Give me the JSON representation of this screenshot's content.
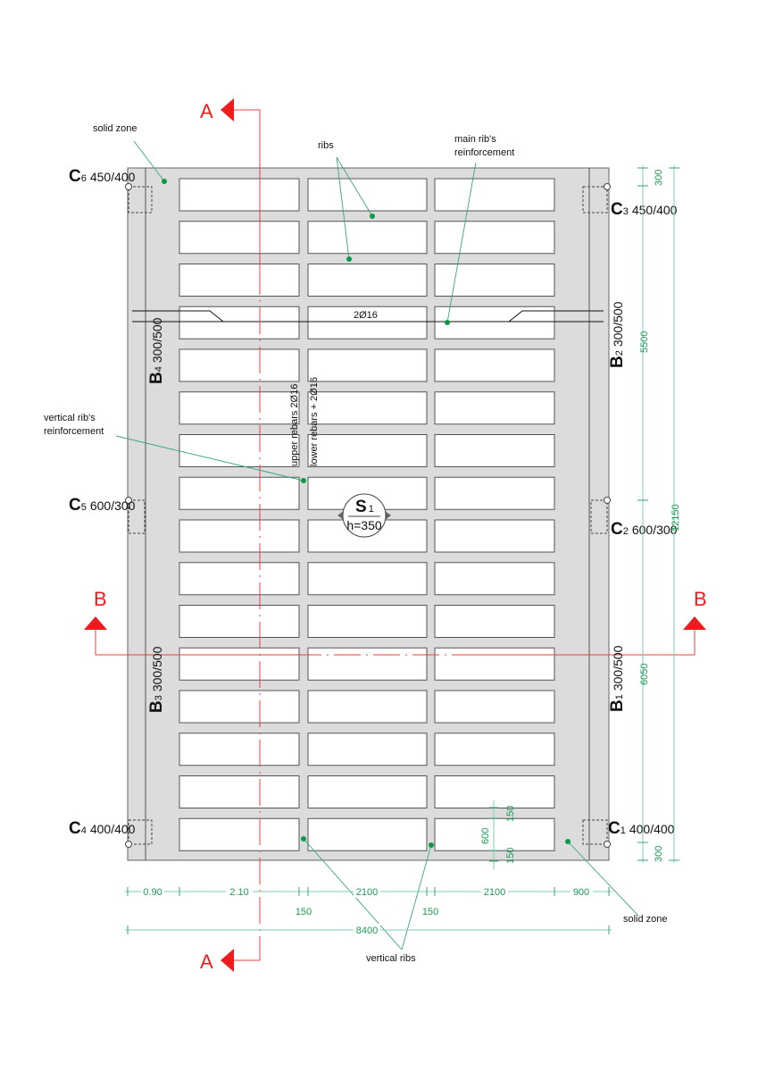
{
  "labels": {
    "solid_zone_top": "solid zone",
    "ribs": "ribs",
    "main_rib_1": "main  rib's",
    "main_rib_2": "reinforcement",
    "vertical_rib_1": "vertical rib's",
    "vertical_rib_2": "reinforcement",
    "upper_rebars": "upper rebars  2Ø16",
    "lower_rebars": "lower rebars + 2Ø16",
    "rebar_main": "2Ø16",
    "vertical_ribs": "vertical ribs",
    "solid_zone_bottom": "solid zone"
  },
  "slab": {
    "letter": "S",
    "sub": "1",
    "height": "h=350"
  },
  "sections": {
    "a": "A",
    "b": "B"
  },
  "columns": [
    {
      "letter": "C",
      "sub": "6",
      "size": "450/400"
    },
    {
      "letter": "C",
      "sub": "3",
      "size": "450/400"
    },
    {
      "letter": "C",
      "sub": "5",
      "size": "600/300"
    },
    {
      "letter": "C",
      "sub": "2",
      "size": "600/300"
    },
    {
      "letter": "C",
      "sub": "4",
      "size": "400/400"
    },
    {
      "letter": "C",
      "sub": "1",
      "size": "400/400"
    }
  ],
  "beams": [
    {
      "letter": "B",
      "sub": "4",
      "size": "300/500"
    },
    {
      "letter": "B",
      "sub": "3",
      "size": "300/500"
    },
    {
      "letter": "B",
      "sub": "2",
      "size": "300/500"
    },
    {
      "letter": "B",
      "sub": "1",
      "size": "300/500"
    }
  ],
  "dims": {
    "right": {
      "top": "300",
      "upper": "5500",
      "lower": "6050",
      "bottom": "300",
      "total": "12150"
    },
    "rib": {
      "flange_top": "150",
      "depth": "600",
      "flange_bottom": "150"
    },
    "bottom": {
      "d1": "0.90",
      "d2": "2.10",
      "d3": "2100",
      "d4": "2100",
      "d5": "900",
      "gap1": "150",
      "gap2": "150",
      "total": "8400"
    }
  }
}
